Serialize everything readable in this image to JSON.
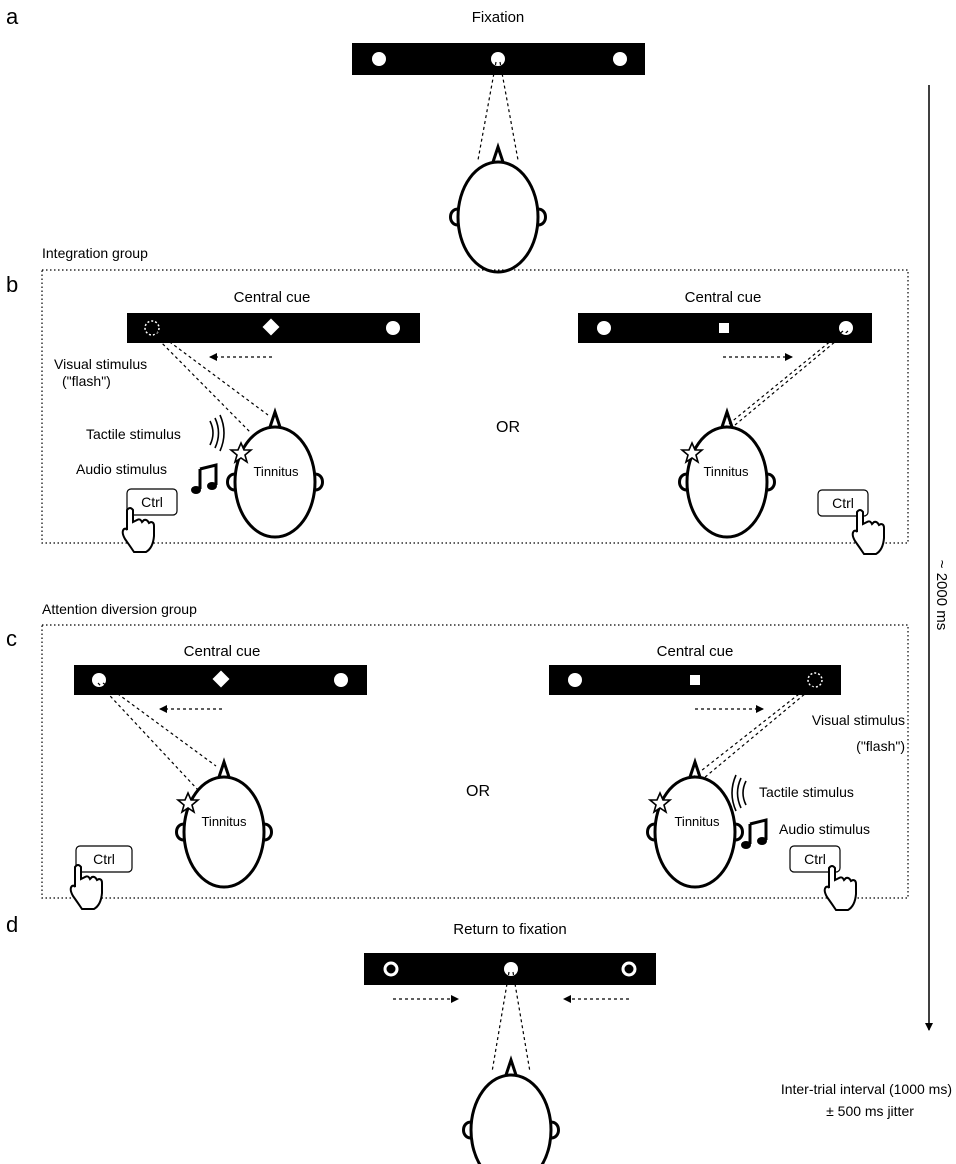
{
  "panels": {
    "a": {
      "letter": "a",
      "title": "Fixation"
    },
    "b": {
      "letter": "b",
      "group": "Integration group",
      "cue_left": "Central cue",
      "cue_right": "Central cue",
      "visual_line1": "Visual stimulus",
      "visual_line2": "(\"flash\")",
      "tactile": "Tactile stimulus",
      "audio": "Audio stimulus",
      "tinnitus_left": "Tinnitus",
      "tinnitus_right": "Tinnitus",
      "or": "OR",
      "key_left": "Ctrl",
      "key_right": "Ctrl"
    },
    "c": {
      "letter": "c",
      "group": "Attention diversion group",
      "cue_left": "Central cue",
      "cue_right": "Central cue",
      "visual_line1": "Visual stimulus",
      "visual_line2": "(\"flash\")",
      "tactile": "Tactile stimulus",
      "audio": "Audio stimulus",
      "tinnitus_left": "Tinnitus",
      "tinnitus_right": "Tinnitus",
      "or": "OR",
      "key_left": "Ctrl",
      "key_right": "Ctrl"
    },
    "d": {
      "letter": "d",
      "title": "Return to fixation"
    }
  },
  "timeline": {
    "duration": "~ 2000 ms",
    "iti_line1": "Inter-trial interval (1000 ms)",
    "iti_line2": "± 500 ms jitter"
  }
}
